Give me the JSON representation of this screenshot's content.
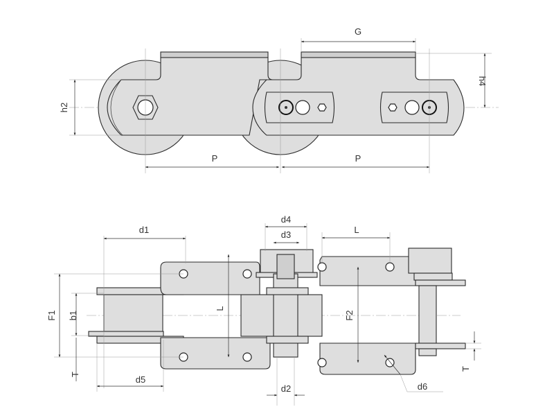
{
  "figure": {
    "top_view": {
      "labels": {
        "G": "G",
        "h4": "h4",
        "h2": "h2",
        "P_left": "P",
        "P_right": "P"
      }
    },
    "bottom_view": {
      "labels": {
        "d4": "d4",
        "d3": "d3",
        "d1": "d1",
        "L_top": "L",
        "L_vertical": "L",
        "F1": "F1",
        "b1": "b1",
        "F2": "F2",
        "T_left": "T",
        "T_right": "T",
        "d5": "d5",
        "d2": "d2",
        "d6": "d6"
      }
    }
  }
}
